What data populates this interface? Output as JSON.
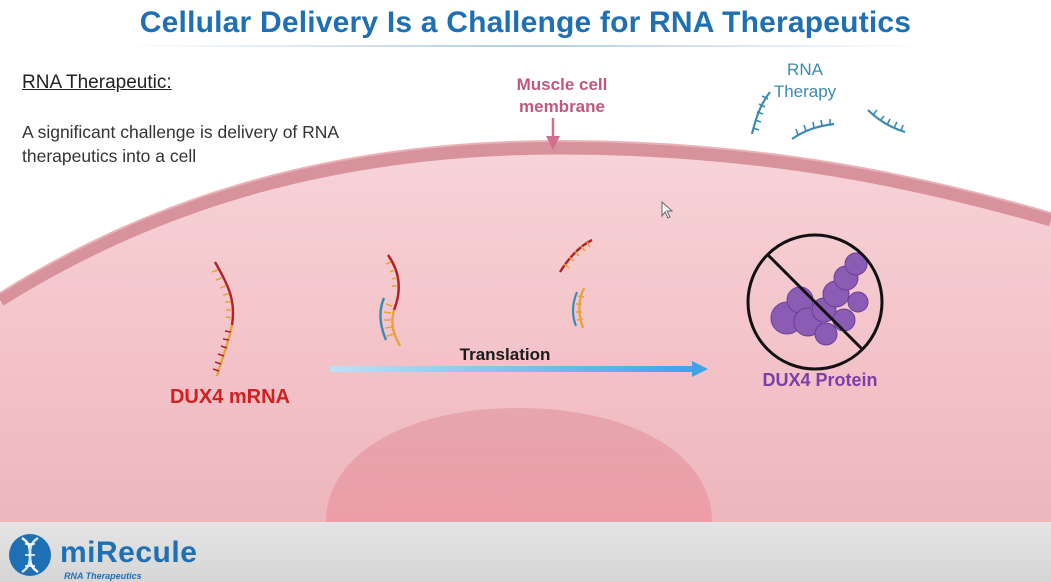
{
  "title": "Cellular Delivery Is a Challenge for RNA Therapeutics",
  "left_panel": {
    "heading": "RNA Therapeutic:",
    "body": "A significant challenge is delivery of RNA therapeutics into a cell"
  },
  "labels": {
    "membrane": "Muscle cell membrane",
    "therapy": "RNA Therapy",
    "mrna": "DUX4 mRNA",
    "translation": "Translation",
    "protein": "DUX4 Protein"
  },
  "footer": {
    "logo_text": "miRecule",
    "logo_subtext": "RNA Therapeutics"
  },
  "colors": {
    "title_blue": "#1f6fb4",
    "cell_fill": "#f6c9ce",
    "membrane": "#d98a96",
    "nucleus": "#e8a7af",
    "mrna_red": "#b3202a",
    "mrna_orange": "#e8a33a",
    "rna_blue": "#3a8bb0",
    "arrow_blue": "#4aa7e6",
    "protein_purple": "#8a5cb3",
    "membrane_label": "#c2577e",
    "mrna_label": "#d0201f",
    "protein_label": "#7a3fa6"
  }
}
